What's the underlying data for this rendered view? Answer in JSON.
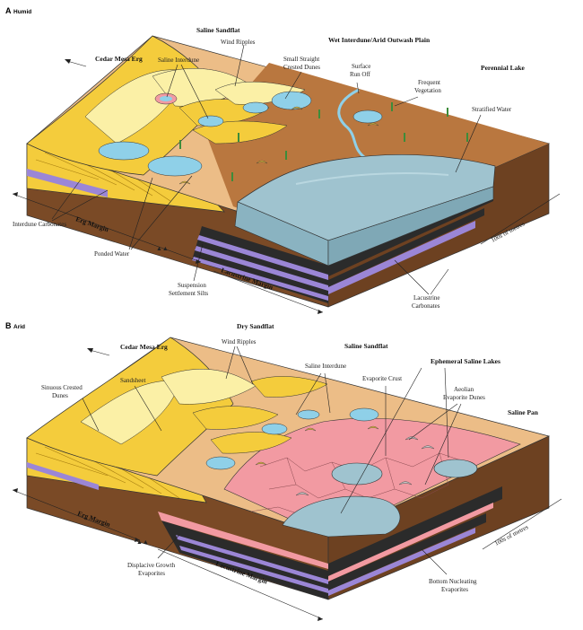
{
  "panels": [
    {
      "letter": "A",
      "title": "Humid",
      "labels": {
        "saline_sandflat": "Saline Sandflat",
        "wind_ripples": "Wind Ripples",
        "cedar_mesa_erg": "Cedar Mesa Erg",
        "saline_interdune": "Saline Interdune",
        "small_straight_dunes_1": "Small Straight",
        "small_straight_dunes_2": "Crested Dunes",
        "surface_runoff_1": "Surface",
        "surface_runoff_2": "Run Off",
        "wet_interdune": "Wet Interdune/Arid Outwash Plain",
        "perennial_lake": "Perennial Lake",
        "frequent_vegetation_1": "Frequent",
        "frequent_vegetation_2": "Vegetation",
        "stratified_water": "Stratified Water",
        "interdune_carbonates": "Interdune Carbonates",
        "erg_margin": "Erg Margin",
        "ponded_water": "Ponded Water",
        "suspension_silts_1": "Suspension",
        "suspension_silts_2": "Settlement Silts",
        "lacustrine_margin": "Lacustrine Margin",
        "lacustrine_carbonates_1": "Lacustrine",
        "lacustrine_carbonates_2": "Carbonates",
        "scale": "100s of metres"
      }
    },
    {
      "letter": "B",
      "title": "Arid",
      "labels": {
        "dry_sandflat": "Dry Sandflat",
        "wind_ripples": "Wind Ripples",
        "cedar_mesa_erg": "Cedar Mesa Erg",
        "saline_sandflat": "Saline Sandflat",
        "saline_interdune": "Saline Interdune",
        "ephemeral_lakes": "Ephemeral Saline Lakes",
        "sinuous_dunes_1": "Sinuous Crested",
        "sinuous_dunes_2": "Dunes",
        "sandsheet": "Sandsheet",
        "evaporite_crust": "Evaporite Crust",
        "aeolian_dunes_1": "Aeolian",
        "aeolian_dunes_2": "Evaporite Dunes",
        "saline_pan": "Saline Pan",
        "erg_margin": "Erg Margin",
        "scale": "100s of metres",
        "displacive_1": "Displacive Growth",
        "displacive_2": "Evaporites",
        "lacustrine_margin": "Lacustrine Margin",
        "bottom_nucleating_1": "Bottom Nucleating",
        "bottom_nucleating_2": "Evaporites"
      }
    }
  ],
  "colors": {
    "dune_yellow": "#f4cc3c",
    "dune_light": "#fbf0a6",
    "sand_tan": "#ecbd87",
    "mud_brown": "#a9683a",
    "side_brown": "#7a4a26",
    "lake_blue": "#9fc3cf",
    "pond_blue": "#8fd0e8",
    "evaporite_pink": "#f29aa2",
    "layer_dark": "#2b2b2b",
    "layer_purple": "#9b86d6",
    "vegetation_green": "#3d8c3a"
  }
}
